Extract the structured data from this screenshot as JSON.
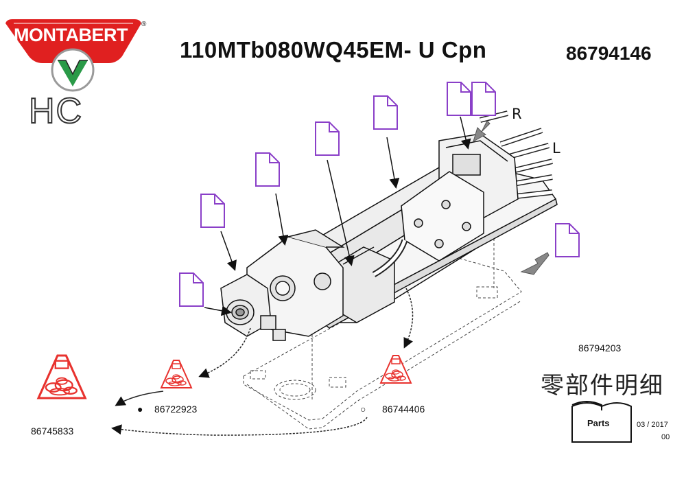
{
  "header": {
    "brand": "MONTABERT",
    "registered_mark": "®",
    "sub_logo": "HC",
    "model": "110MTb080WQ45EM- U Cpn",
    "doc_number": "86794146"
  },
  "diagram": {
    "side_labels": [
      "R",
      "L"
    ],
    "ref_number": "86794203",
    "kits": [
      {
        "bullet": "●",
        "number": "86722923"
      },
      {
        "bullet": "○",
        "number": "86744406"
      }
    ],
    "kit_total": "86745833"
  },
  "footer": {
    "chinese_title": "零部件明细",
    "badge_label": "Parts",
    "date": "03 / 2017",
    "revision": "00"
  },
  "colors": {
    "brand_red": "#e02020",
    "brand_green": "#2a9a48",
    "doc_icon": "#8a3fc8",
    "kit_red": "#e8322e",
    "line": "#222222"
  }
}
